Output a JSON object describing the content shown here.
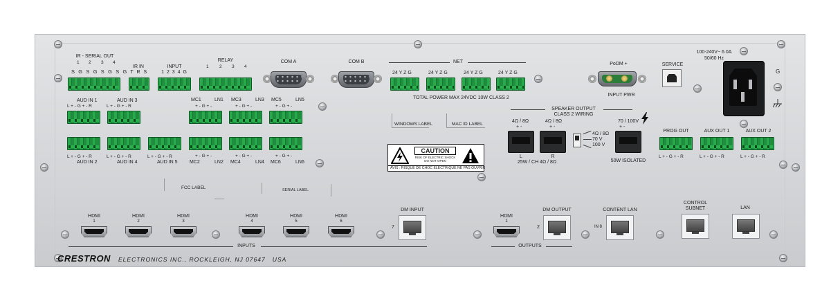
{
  "brand": {
    "logo": "CRESTRON",
    "tagline": "ELECTRONICS INC., ROCKLEIGH, NJ 07647   USA"
  },
  "ir_serial": {
    "title": "IR - SERIAL OUT",
    "nums": [
      "1",
      "2",
      "3",
      "4"
    ],
    "pins": "S G S G S G S G"
  },
  "ir_in": {
    "title": "IR IN",
    "pins": "T R S"
  },
  "input": {
    "title": "INPUT",
    "pins": "1 2 3 4 G"
  },
  "relay": {
    "title": "RELAY",
    "nums": [
      "1",
      "2",
      "3",
      "4"
    ]
  },
  "com_a": "COM A",
  "com_b": "COM B",
  "net": {
    "title": "NET",
    "pins": [
      "24 Y Z G",
      "24 Y Z G",
      "24 Y Z G",
      "24 Y Z G"
    ],
    "note": "TOTAL POWER MAX 24VDC 10W CLASS 2"
  },
  "podm": {
    "title": "PoDM +",
    "sub": "INPUT PWR"
  },
  "service": "SERVICE",
  "power": {
    "rating": "100-240V~ 6.0A",
    "freq": "50/60 Hz",
    "ground": "G"
  },
  "audio": {
    "aud_in_1": "AUD IN 1",
    "aud_in_3": "AUD IN 3",
    "aud_in_2": "AUD IN 2",
    "aud_in_4": "AUD IN 4",
    "aud_in_5": "AUD IN 5",
    "pin_row": "L +  -  G +  -  R",
    "mc1": "MC1",
    "ln1": "LN1",
    "mc3": "MC3",
    "ln3": "LN3",
    "mc5": "MC5",
    "ln5": "LN5",
    "mc2": "MC2",
    "ln2": "LN2",
    "mc4": "MC4",
    "ln4": "LN4",
    "mc6": "MC6",
    "ln6": "LN6",
    "mic_pins": "+  -  G +  -"
  },
  "labels": {
    "windows": "WINDOWS LABEL",
    "macid": "MAC ID LABEL",
    "fcc": "FCC LABEL",
    "serial": "SERIAL LABEL"
  },
  "caution": {
    "title": "CAUTION",
    "line1": "RISK OF ELECTRIC SHOCK",
    "line2": "DO NOT OPEN",
    "avis": "AVIS : RISQUE DE CHOC ELECTRIQUE NE PAS OUVRIR"
  },
  "speaker": {
    "title": "SPEAKER OUTPUT",
    "sub": "CLASS 2 WIRING",
    "imp1": "4Ω / 8Ω",
    "imp2": "4Ω / 8Ω",
    "l": "L",
    "r": "R",
    "ch_note": "25W / CH 4Ω / 8Ω",
    "switch_opts": [
      "4Ω / 8Ω",
      "70 V",
      "100 V"
    ],
    "hv": "70 / 100V",
    "iso": "50W ISOLATED",
    "pm": "+   -"
  },
  "outs": {
    "prog": "PROG OUT",
    "aux1": "AUX OUT 1",
    "aux2": "AUX OUT 2",
    "pin_row": "L +  -  G +  -  R"
  },
  "hdmi_inputs": {
    "header": "HDMI",
    "nums": [
      "1",
      "2",
      "3",
      "4",
      "5",
      "6"
    ],
    "group": "INPUTS"
  },
  "dm_input": {
    "title": "DM INPUT",
    "num": "7"
  },
  "hdmi_out": {
    "header": "HDMI",
    "num": "1"
  },
  "dm_output": {
    "title": "DM OUTPUT",
    "num": "2",
    "group": "OUTPUTS"
  },
  "content_lan": {
    "title": "CONTENT LAN",
    "num": "IN 8"
  },
  "control_subnet": {
    "line1": "CONTROL",
    "line2": "SUBNET"
  },
  "lan": "LAN"
}
